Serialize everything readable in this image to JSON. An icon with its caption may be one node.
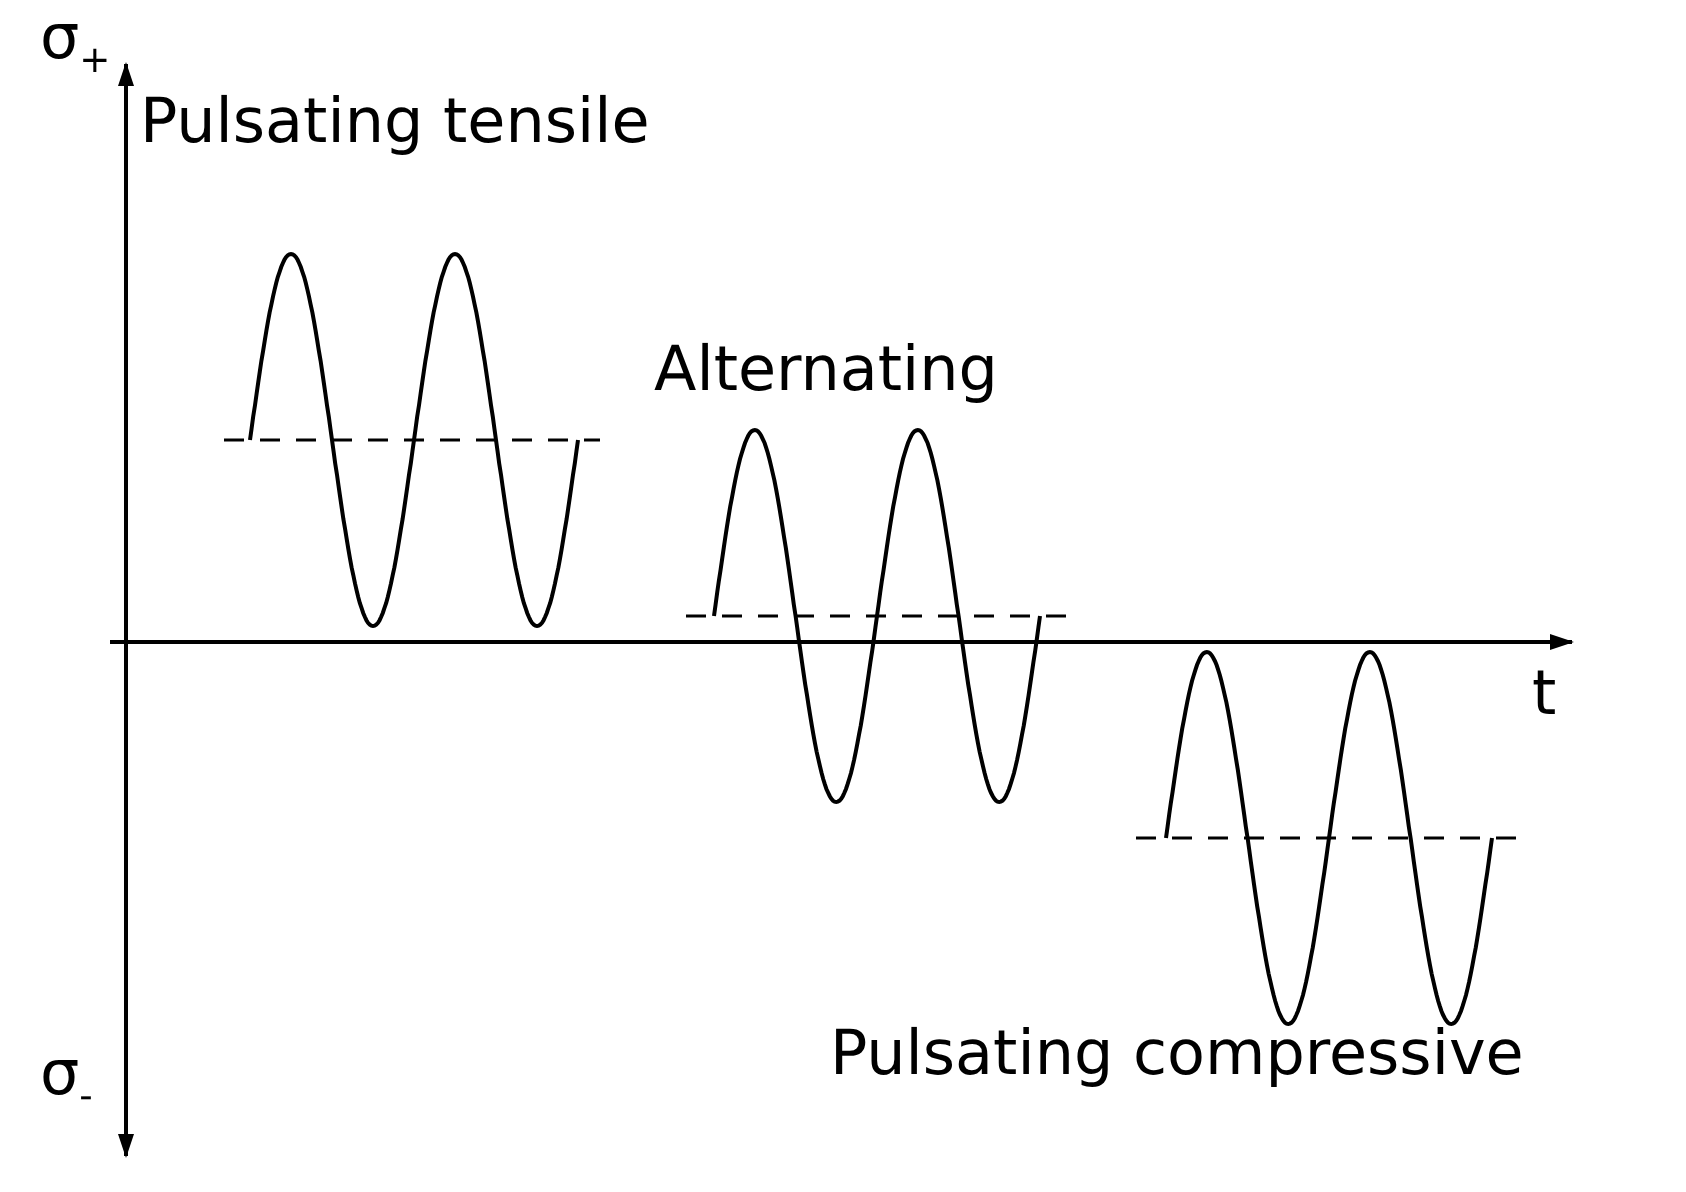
{
  "diagram": {
    "labels": [
      "σ$_{+}$",
      "Pulsating tensile",
      "Alternating",
      "t",
      "Pulsating compressive",
      "σ$_{-}$"
    ]
  }
}
